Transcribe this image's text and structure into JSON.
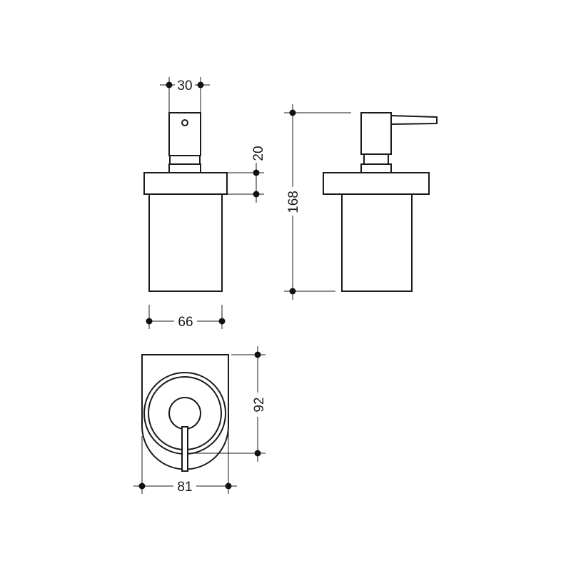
{
  "drawing": {
    "dimensions": {
      "pump_width": "30",
      "collar_height": "20",
      "overall_height": "168",
      "bottle_width": "66",
      "depth": "92",
      "plate_width": "81"
    }
  },
  "colors": {
    "line": "#1a1a1a",
    "dot": "#111111",
    "background": "#ffffff"
  }
}
